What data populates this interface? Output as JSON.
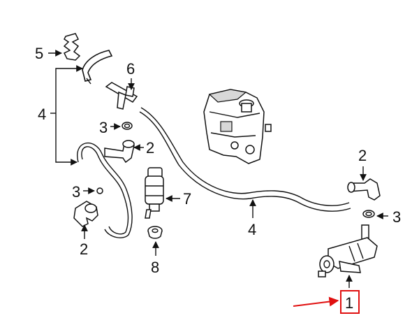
{
  "callouts": {
    "c5": "5",
    "c6": "6",
    "c4_left": "4",
    "c3_top": "3",
    "c2_upper": "2",
    "c3_left": "3",
    "c7": "7",
    "c2_bottom": "2",
    "c8": "8",
    "c4_bottom": "4",
    "c2_right": "2",
    "c3_right": "3",
    "c1": "1"
  },
  "colors": {
    "line": "#111111",
    "highlight": "#e01010",
    "fill": "#ffffff"
  },
  "icons": [
    "clip-icon",
    "hose-icon",
    "t-connector-icon",
    "o-ring-icon",
    "elbow-connector-icon",
    "washer-pump-icon",
    "grommet-icon",
    "reservoir-icon",
    "headlamp-pump-icon",
    "pointer-arrow-icon"
  ]
}
